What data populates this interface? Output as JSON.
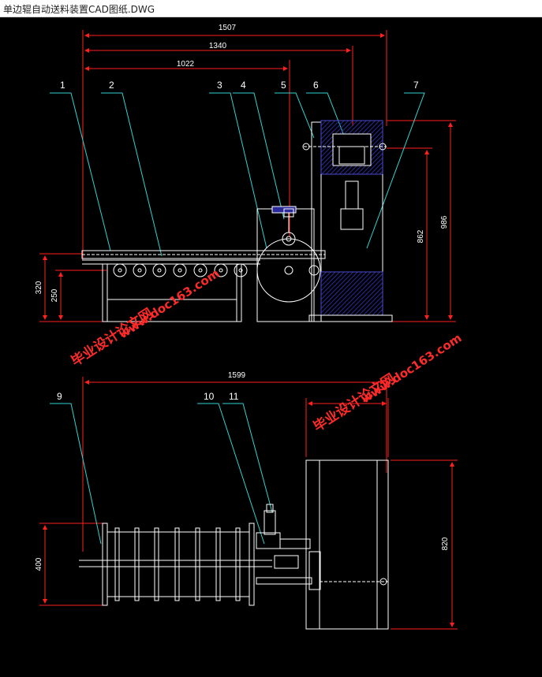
{
  "window": {
    "title": "单边辊自动送料装置CAD图纸.DWG"
  },
  "colors": {
    "background": "#000000",
    "dimension": "#ff2020",
    "leader": "#2fd3d3",
    "outline": "#ffffff",
    "hatch": "#2a2a9a",
    "watermark": "#ff2a2a"
  },
  "dimensions": {
    "overall_length": "1507",
    "length_1340": "1340",
    "length_1022": "1022",
    "height_986": "986",
    "height_862": "862",
    "height_320": "320",
    "height_250": "250",
    "plan_length": "1599",
    "plan_width": "400",
    "plan_depth": "820"
  },
  "parts": [
    "1",
    "2",
    "3",
    "4",
    "5",
    "6",
    "7",
    "9",
    "10",
    "11"
  ],
  "watermark": {
    "cn": "毕业设计论文网",
    "url": "www.doc163.com"
  }
}
